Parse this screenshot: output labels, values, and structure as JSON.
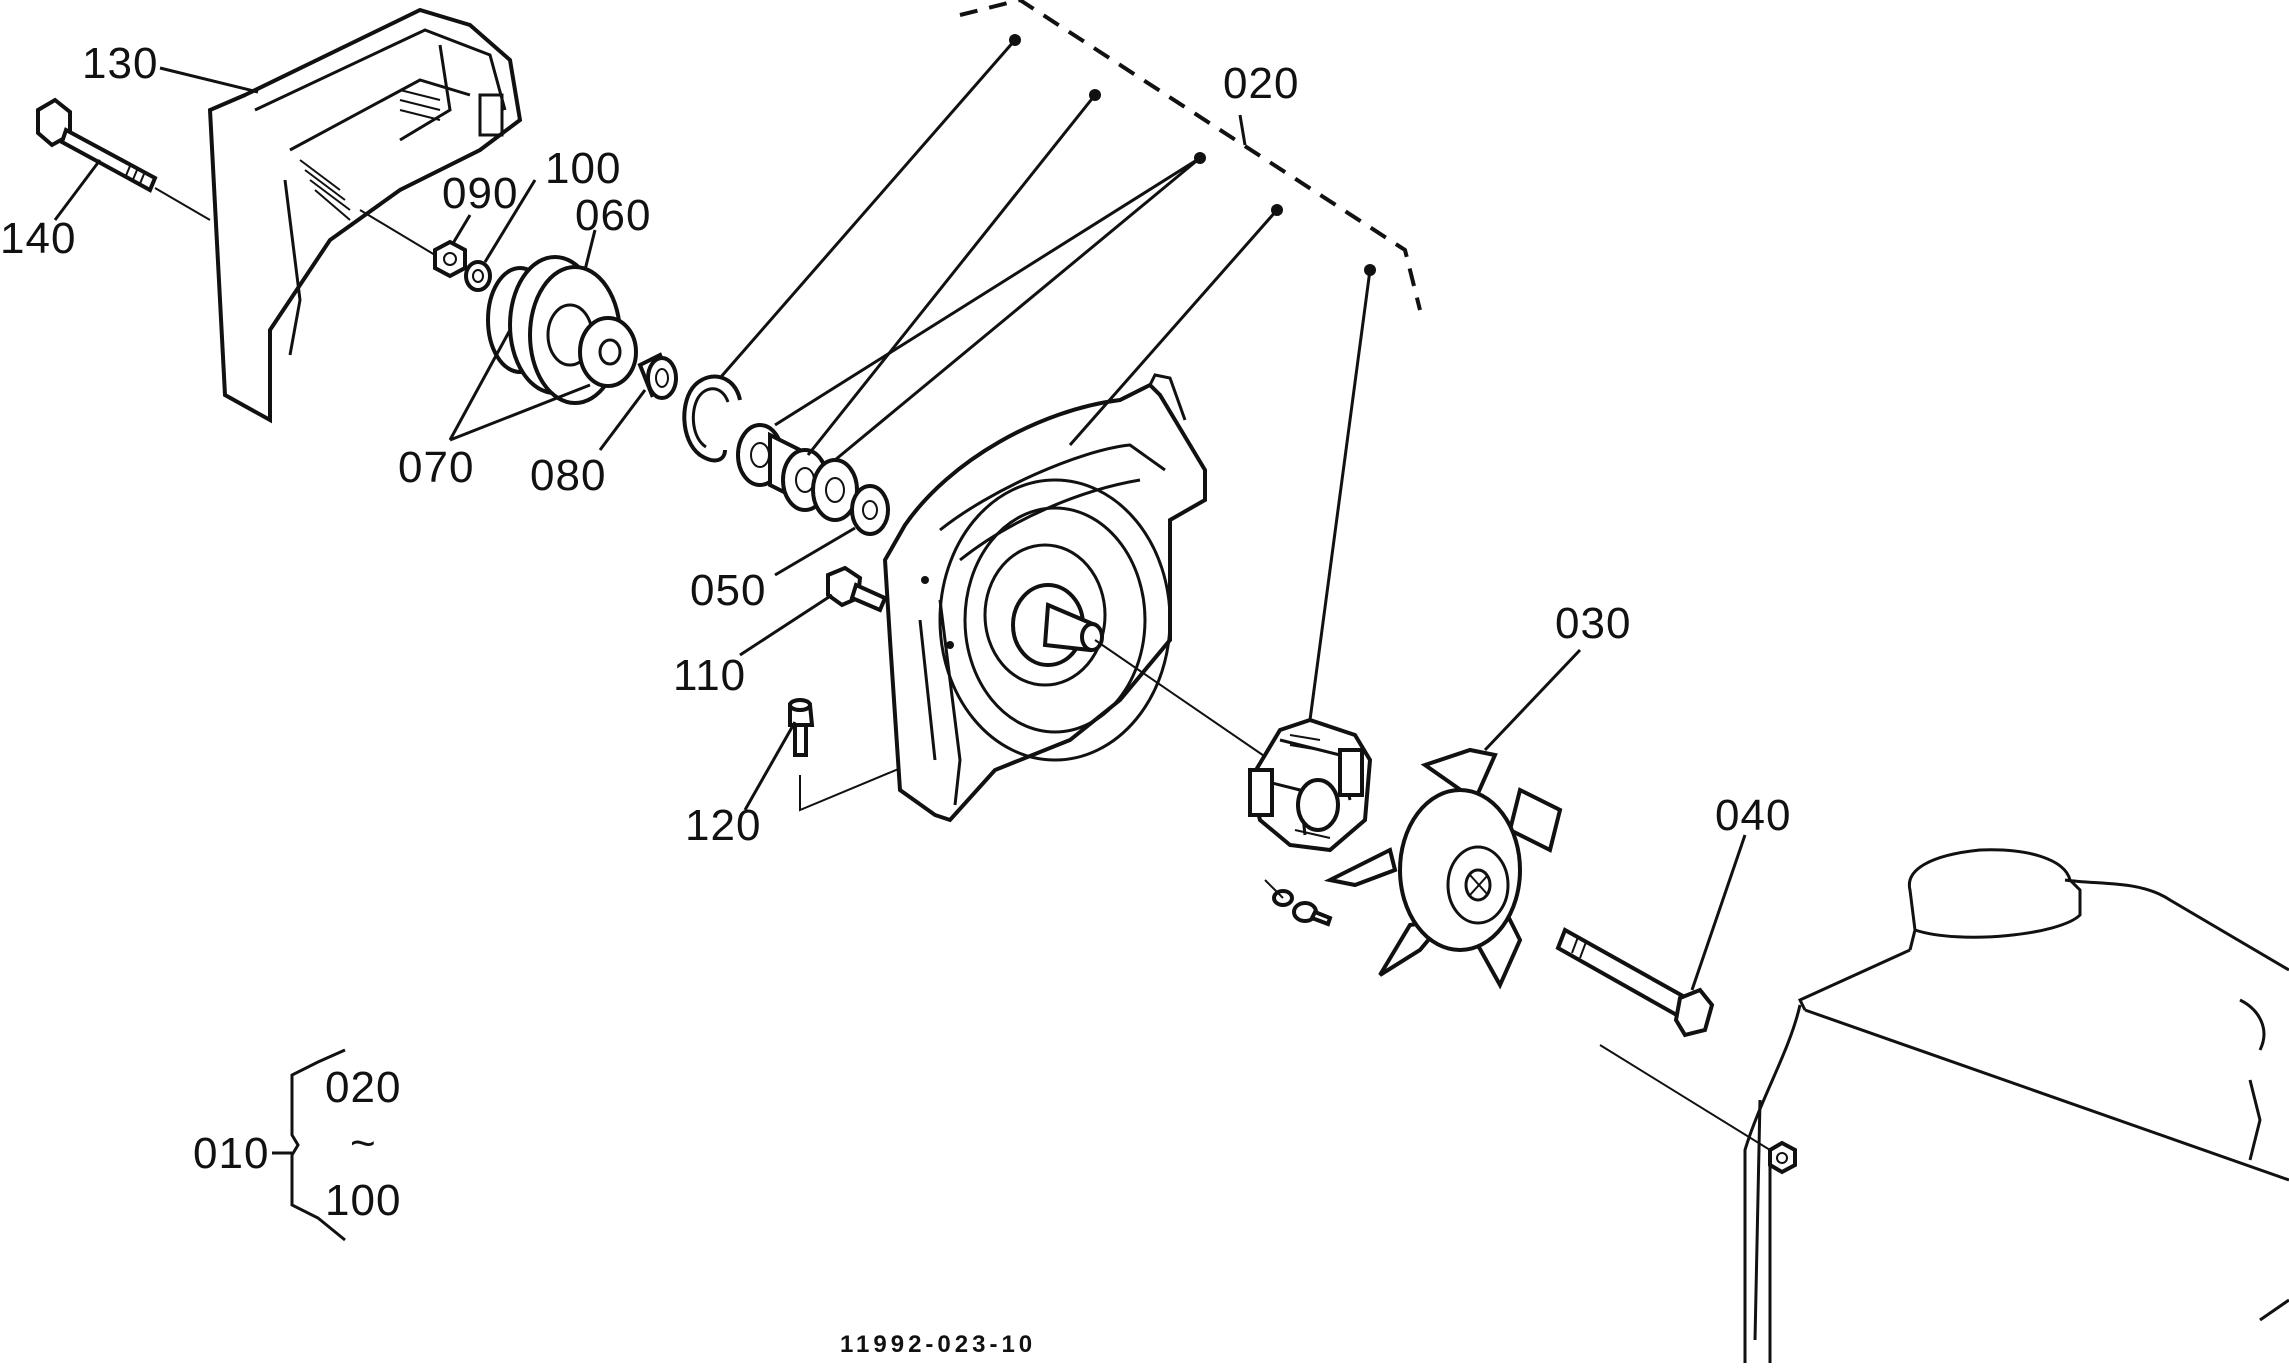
{
  "diagram": {
    "drawing_code": "11992-023-10",
    "part_labels": {
      "p010": "010",
      "p020": "020",
      "p030": "030",
      "p040": "040",
      "p050": "050",
      "p060": "060",
      "p070": "070",
      "p080": "080",
      "p090": "090",
      "p100": "100",
      "p110": "110",
      "p120": "120",
      "p130": "130",
      "p140": "140"
    },
    "group_bracket": {
      "parent": "010",
      "from": "020",
      "tilde": "~",
      "to": "100"
    }
  }
}
